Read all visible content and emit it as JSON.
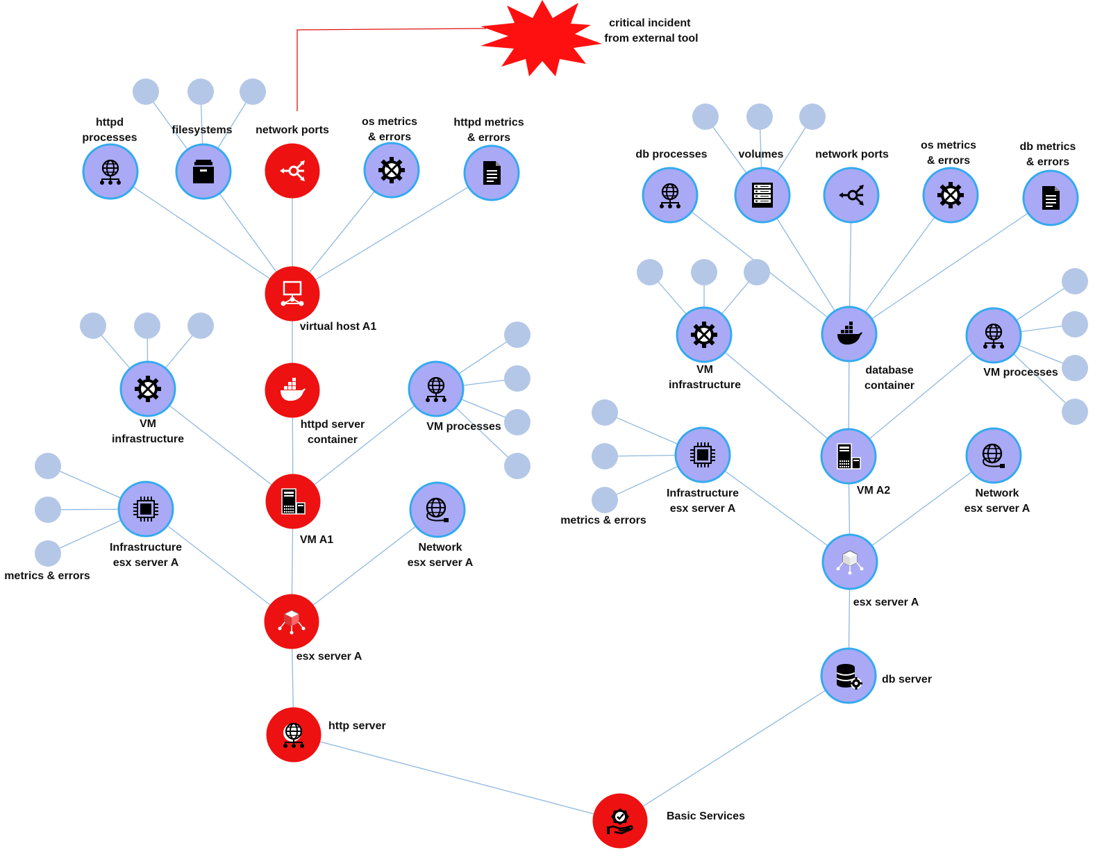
{
  "colors": {
    "alert_node": "#ee1111",
    "normal_node": "#a9a9f5",
    "node_border": "#33aaee",
    "leaf_dot": "#b4c7e7",
    "edge": "#8fb8e0",
    "alert_line": "#e01010",
    "burst": "#ff1010"
  },
  "incident": {
    "label_line1": "critical incident",
    "label_line2": "from external tool"
  },
  "nodes": [
    {
      "id": "basic-services",
      "lines": [
        "Basic Services"
      ],
      "icon": "check-hand-icon",
      "status": "alert"
    },
    {
      "id": "http-server",
      "lines": [
        "http server"
      ],
      "icon": "globe-network-icon",
      "status": "alert"
    },
    {
      "id": "esx-a1",
      "lines": [
        "esx server A"
      ],
      "icon": "cube-network-icon",
      "status": "alert"
    },
    {
      "id": "vm-a1",
      "lines": [
        "VM A1"
      ],
      "icon": "server-tower-icon",
      "status": "alert"
    },
    {
      "id": "httpd-container",
      "lines": [
        "httpd server",
        "container"
      ],
      "icon": "docker-whale-icon",
      "status": "alert"
    },
    {
      "id": "virtual-host-a1",
      "lines": [
        "virtual host A1"
      ],
      "icon": "monitor-network-icon",
      "status": "alert"
    },
    {
      "id": "network-ports-left",
      "lines": [
        "network ports"
      ],
      "icon": "port-arrows-icon",
      "status": "alert"
    },
    {
      "id": "httpd-processes",
      "lines": [
        "httpd",
        "processes"
      ],
      "icon": "globe-network-icon",
      "status": "normal"
    },
    {
      "id": "filesystems",
      "lines": [
        "filesystems"
      ],
      "icon": "file-box-icon",
      "status": "normal"
    },
    {
      "id": "os-metrics-left",
      "lines": [
        "os metrics",
        "& errors"
      ],
      "icon": "gear-tools-icon",
      "status": "normal"
    },
    {
      "id": "httpd-metrics",
      "lines": [
        "httpd metrics",
        "& errors"
      ],
      "icon": "document-icon",
      "status": "normal"
    },
    {
      "id": "vm-infra-left",
      "lines": [
        "VM",
        "infrastructure"
      ],
      "icon": "gear-tools-icon",
      "status": "normal"
    },
    {
      "id": "vm-processes-left",
      "lines": [
        "VM processes"
      ],
      "icon": "globe-network-icon",
      "status": "normal"
    },
    {
      "id": "infra-esx-left",
      "lines": [
        "Infrastructure",
        "esx server A"
      ],
      "icon": "chip-icon",
      "status": "normal"
    },
    {
      "id": "network-esx-left",
      "lines": [
        "Network",
        "esx server A"
      ],
      "icon": "globe-plug-icon",
      "status": "normal"
    },
    {
      "id": "metrics-errors-left",
      "lines": [
        "metrics & errors"
      ],
      "icon": "",
      "status": "label-only"
    },
    {
      "id": "db-server",
      "lines": [
        "db server"
      ],
      "icon": "database-gear-icon",
      "status": "normal"
    },
    {
      "id": "esx-a2",
      "lines": [
        "esx server A"
      ],
      "icon": "cube-network-icon",
      "status": "normal"
    },
    {
      "id": "vm-a2",
      "lines": [
        "VM A2"
      ],
      "icon": "server-tower-icon",
      "status": "normal"
    },
    {
      "id": "db-container",
      "lines": [
        "database",
        "container"
      ],
      "icon": "docker-whale-icon",
      "status": "normal"
    },
    {
      "id": "db-processes",
      "lines": [
        "db processes"
      ],
      "icon": "globe-network-icon",
      "status": "normal"
    },
    {
      "id": "volumes",
      "lines": [
        "volumes"
      ],
      "icon": "server-rack-icon",
      "status": "normal"
    },
    {
      "id": "network-ports-right",
      "lines": [
        "network ports"
      ],
      "icon": "port-arrows-icon",
      "status": "normal"
    },
    {
      "id": "os-metrics-right",
      "lines": [
        "os metrics",
        "& errors"
      ],
      "icon": "gear-tools-icon",
      "status": "normal"
    },
    {
      "id": "db-metrics",
      "lines": [
        "db metrics",
        "& errors"
      ],
      "icon": "document-icon",
      "status": "normal"
    },
    {
      "id": "vm-infra-right",
      "lines": [
        "VM",
        "infrastructure"
      ],
      "icon": "gear-tools-icon",
      "status": "normal"
    },
    {
      "id": "vm-processes-right",
      "lines": [
        "VM processes"
      ],
      "icon": "globe-network-icon",
      "status": "normal"
    },
    {
      "id": "infra-esx-right",
      "lines": [
        "Infrastructure",
        "esx server A"
      ],
      "icon": "chip-icon",
      "status": "normal"
    },
    {
      "id": "network-esx-right",
      "lines": [
        "Network",
        "esx server A"
      ],
      "icon": "globe-plug-icon",
      "status": "normal"
    },
    {
      "id": "metrics-errors-right",
      "lines": [
        "metrics & errors"
      ],
      "icon": "",
      "status": "label-only"
    }
  ]
}
